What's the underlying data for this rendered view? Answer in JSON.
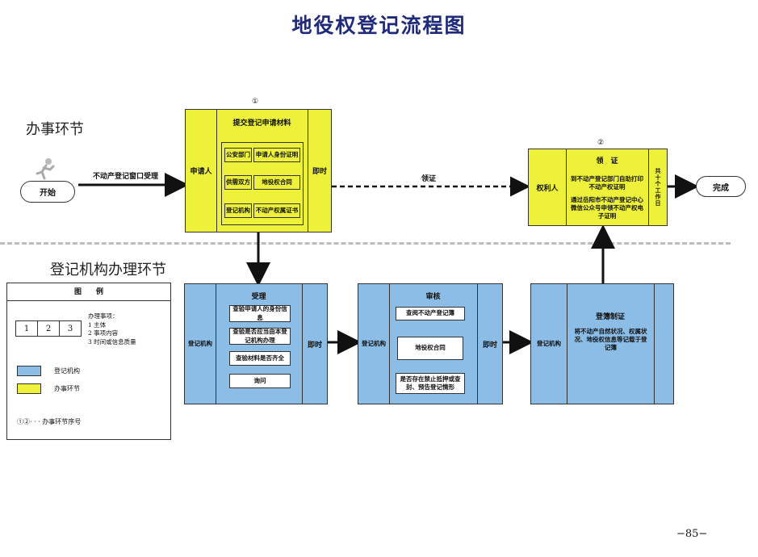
{
  "title": "地役权登记流程图",
  "sections": {
    "office": "办事环节",
    "agency": "登记机构办理环节"
  },
  "start": "开始",
  "end": "完成",
  "arrow_labels": {
    "window": "不动产登记窗口受理",
    "collect": "领证"
  },
  "step1": {
    "marker": "①",
    "left": "申请人",
    "heading": "提交登记申请材料",
    "right": "即时",
    "rows": [
      {
        "org": "公安部门",
        "doc": "申请人身份证明"
      },
      {
        "org": "供需双方",
        "doc": "地役权合同"
      },
      {
        "org": "登记机构",
        "doc": "不动产权属证书"
      }
    ]
  },
  "step2": {
    "marker": "②",
    "left": "权利人",
    "heading": "领　证",
    "text1": "到不动产登记部门自助打印不动产权证明",
    "text2": "通过岳阳市不动产登记中心微信公众号申领不动产权电子证明",
    "right": "共十个工作日"
  },
  "accept": {
    "left": "登记机构",
    "heading": "受理",
    "right": "即时",
    "items": [
      "查验申请人的身份信息",
      "查验是否应当由本登记机构办理",
      "查验材料是否齐全",
      "询问"
    ]
  },
  "review": {
    "left": "登记机构",
    "heading": "审核",
    "right": "即时",
    "items": [
      "查阅不动产登记簿",
      "地役权合同",
      "是否存在禁止抵押或查封、预告登记情形"
    ]
  },
  "register": {
    "left": "登记机构",
    "heading": "登簿制证",
    "text": "将不动产自然状况、权属状况、地役权信息等记载于登记簿"
  },
  "legend": {
    "title": "图　　例",
    "cells": [
      "1",
      "2",
      "3"
    ],
    "notes_title": "办理事项：",
    "notes": [
      "1 主体",
      "2 事项内容",
      "3 时间或信息质量"
    ],
    "blue_label": "登记机构",
    "yellow_label": "办事环节",
    "seq_label": "①②· · ·  办事环节序号",
    "blue_color": "#8cbde6",
    "yellow_color": "#eef13a"
  },
  "page_number": "−85−"
}
